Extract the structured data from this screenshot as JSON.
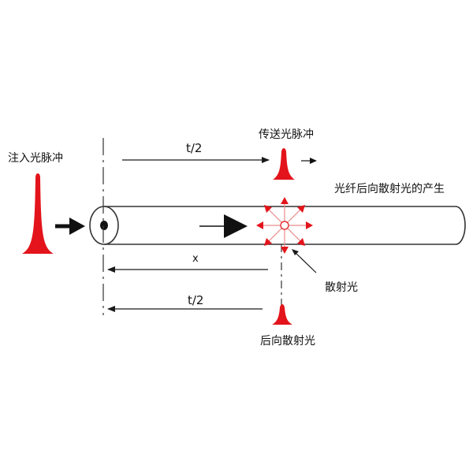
{
  "labels": {
    "inject_pulse": "注入光脉冲",
    "forward_pulse": "传送光脉冲",
    "backscatter_generation": "光纤后向散射光的产生",
    "scattered_light": "散射光",
    "back_scattered_light": "后向散射光",
    "t_half_top": "t/2",
    "distance_x": "x",
    "t_half_bottom": "t/2"
  },
  "colors": {
    "pulse": "#e3141b",
    "line": "#1a1a1a",
    "fiber_stroke": "#333333",
    "text": "#111111"
  }
}
